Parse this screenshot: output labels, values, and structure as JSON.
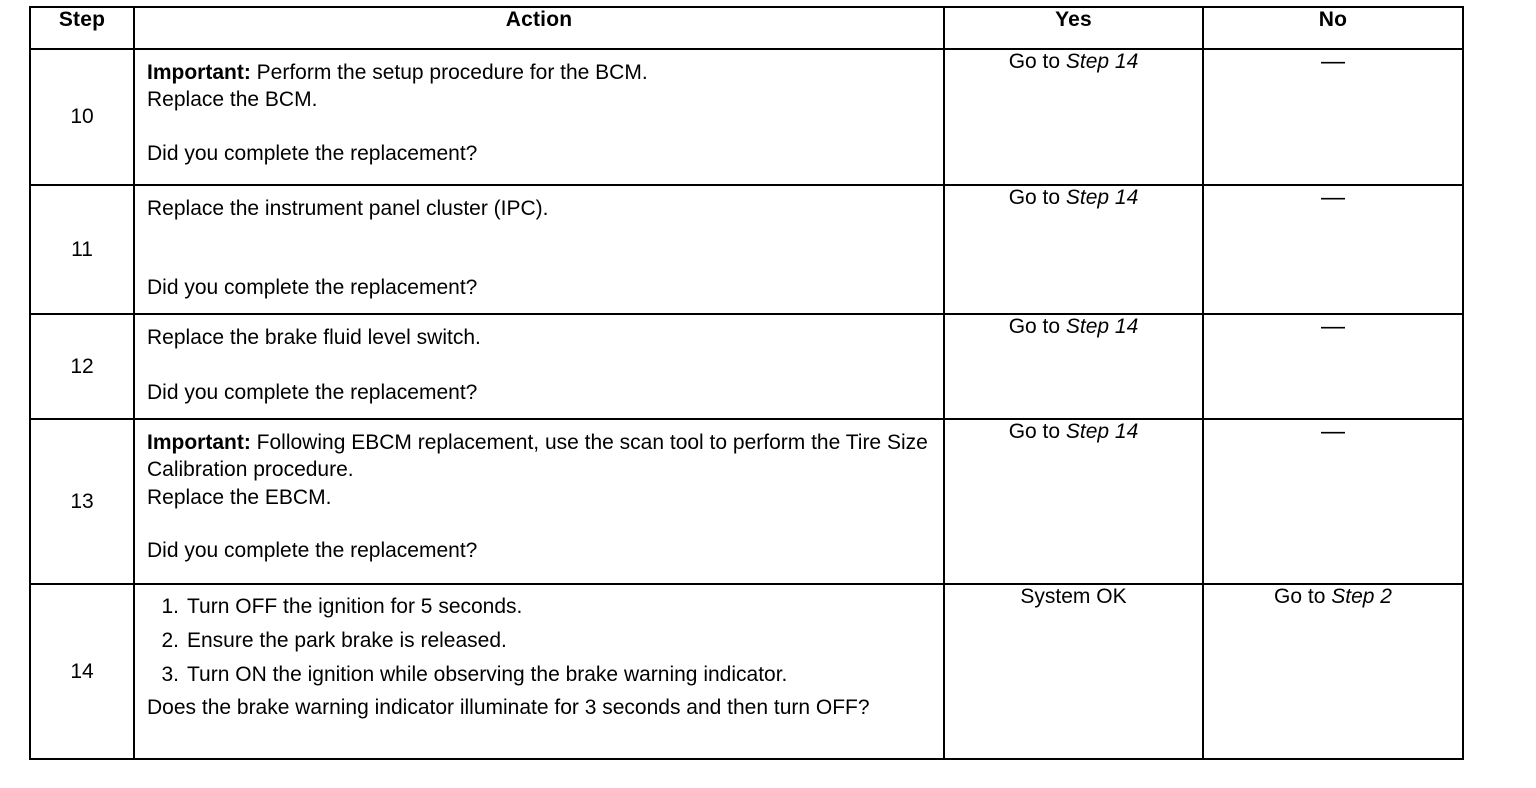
{
  "table": {
    "headers": {
      "step": "Step",
      "action": "Action",
      "yes": "Yes",
      "no": "No"
    },
    "rows": [
      {
        "step": "10",
        "action": {
          "important_label": "Important:",
          "important_text": " Perform the setup procedure for the BCM.",
          "line2": "Replace the BCM.",
          "question": "Did you complete the replacement?"
        },
        "yes": {
          "prefix": "Go to ",
          "target": "Step 14"
        },
        "no": {
          "dash": "—"
        }
      },
      {
        "step": "11",
        "action": {
          "line1": "Replace the instrument panel cluster (IPC).",
          "question": "Did you complete the replacement?"
        },
        "yes": {
          "prefix": "Go to ",
          "target": "Step 14"
        },
        "no": {
          "dash": "—"
        }
      },
      {
        "step": "12",
        "action": {
          "line1": "Replace the brake fluid level switch.",
          "question": "Did you complete the replacement?"
        },
        "yes": {
          "prefix": "Go to ",
          "target": "Step 14"
        },
        "no": {
          "dash": "—"
        }
      },
      {
        "step": "13",
        "action": {
          "important_label": "Important:",
          "important_text": " Following EBCM replacement, use the scan tool to perform the Tire Size Calibration procedure.",
          "line2": "Replace the EBCM.",
          "question": "Did you complete the replacement?"
        },
        "yes": {
          "prefix": "Go to ",
          "target": "Step 14"
        },
        "no": {
          "dash": "—"
        }
      },
      {
        "step": "14",
        "action": {
          "list": [
            "Turn OFF the ignition for 5 seconds.",
            "Ensure the park brake is released.",
            "Turn ON the ignition while observing the brake warning indicator."
          ],
          "question": "Does the brake warning indicator illuminate for 3 seconds and then turn OFF?"
        },
        "yes": {
          "text": "System OK"
        },
        "no": {
          "prefix": "Go to ",
          "target": "Step 2"
        }
      }
    ]
  }
}
